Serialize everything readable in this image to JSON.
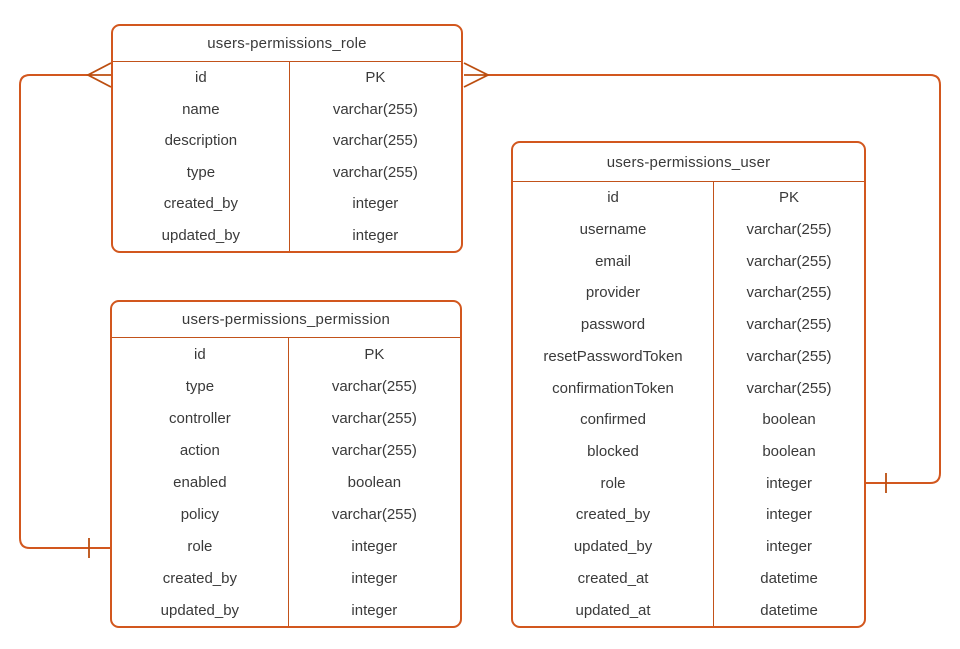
{
  "diagram": {
    "kind": "entity-relationship-diagram",
    "colors": {
      "background": "#FFFFFF",
      "table_border": "#D2571E",
      "inner_line": "#C2521A",
      "connector_line": "#D2571E",
      "symbol_line": "#BC4E10",
      "text": "#3A3A3A"
    },
    "tables": [
      {
        "title": "users-permissions_role",
        "fields": [
          {
            "name": "id",
            "type": "PK"
          },
          {
            "name": "name",
            "type": "varchar(255)"
          },
          {
            "name": "description",
            "type": "varchar(255)"
          },
          {
            "name": "type",
            "type": "varchar(255)"
          },
          {
            "name": "created_by",
            "type": "integer"
          },
          {
            "name": "updated_by",
            "type": "integer"
          }
        ]
      },
      {
        "title": "users-permissions_permission",
        "fields": [
          {
            "name": "id",
            "type": "PK"
          },
          {
            "name": "type",
            "type": "varchar(255)"
          },
          {
            "name": "controller",
            "type": "varchar(255)"
          },
          {
            "name": "action",
            "type": "varchar(255)"
          },
          {
            "name": "enabled",
            "type": "boolean"
          },
          {
            "name": "policy",
            "type": "varchar(255)"
          },
          {
            "name": "role",
            "type": "integer"
          },
          {
            "name": "created_by",
            "type": "integer"
          },
          {
            "name": "updated_by",
            "type": "integer"
          }
        ]
      },
      {
        "title": "users-permissions_user",
        "fields": [
          {
            "name": "id",
            "type": "PK"
          },
          {
            "name": "username",
            "type": "varchar(255)"
          },
          {
            "name": "email",
            "type": "varchar(255)"
          },
          {
            "name": "provider",
            "type": "varchar(255)"
          },
          {
            "name": "password",
            "type": "varchar(255)"
          },
          {
            "name": "resetPasswordToken",
            "type": "varchar(255)"
          },
          {
            "name": "confirmationToken",
            "type": "varchar(255)"
          },
          {
            "name": "confirmed",
            "type": "boolean"
          },
          {
            "name": "blocked",
            "type": "boolean"
          },
          {
            "name": "role",
            "type": "integer"
          },
          {
            "name": "created_by",
            "type": "integer"
          },
          {
            "name": "updated_by",
            "type": "integer"
          },
          {
            "name": "created_at",
            "type": "datetime"
          },
          {
            "name": "updated_at",
            "type": "datetime"
          }
        ]
      }
    ],
    "relationships": [
      {
        "from_table": "users-permissions_role",
        "from_field": "id",
        "from_symbol": "crow-foot-many",
        "to_table": "users-permissions_permission",
        "to_field": "role",
        "to_symbol": "one-tick"
      },
      {
        "from_table": "users-permissions_role",
        "from_field": "id",
        "from_symbol": "crow-foot-many",
        "to_table": "users-permissions_user",
        "to_field": "role",
        "to_symbol": "one-tick"
      }
    ]
  }
}
